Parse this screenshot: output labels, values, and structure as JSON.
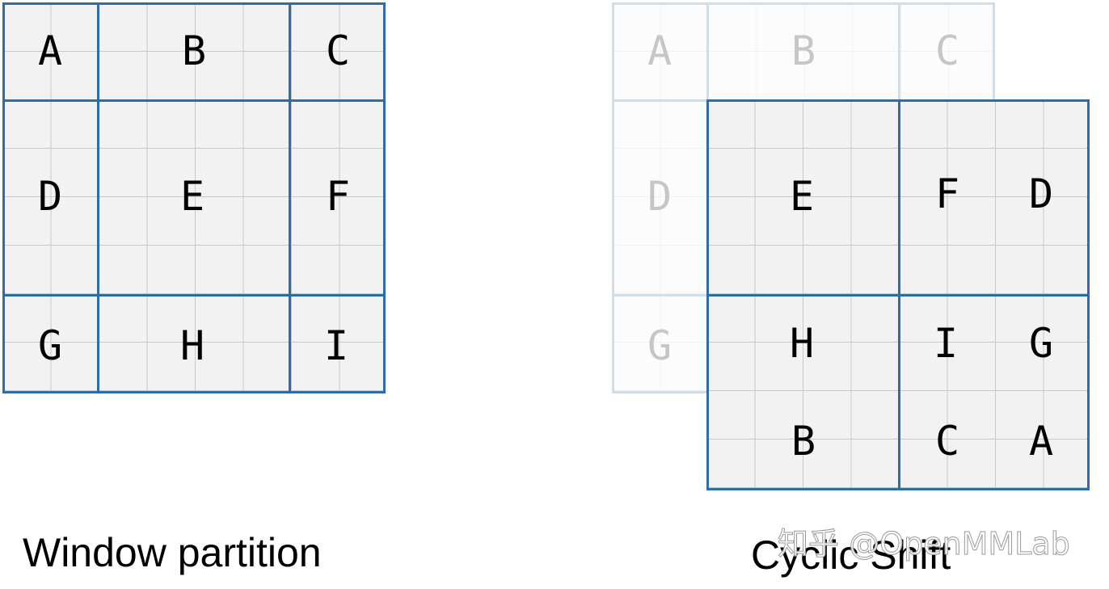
{
  "left_panel": {
    "caption": "Window partition",
    "labels": [
      "A",
      "B",
      "C",
      "D",
      "E",
      "F",
      "G",
      "H",
      "I"
    ]
  },
  "right_panel": {
    "caption": "Cyclic Shift",
    "ghost_labels": [
      "A",
      "B",
      "C",
      "D",
      "G"
    ],
    "shifted_labels": {
      "e": "E",
      "f": "F",
      "fd": "D",
      "h": "H",
      "hb": "B",
      "i": "I",
      "ig": "G",
      "ic": "C",
      "ia": "A"
    }
  },
  "watermark": "知乎 @OpenMMLab",
  "colors": {
    "window_border": "#2e6da4",
    "cell_fill": "#f2f2f2",
    "grid_line": "#c8c8c8"
  }
}
